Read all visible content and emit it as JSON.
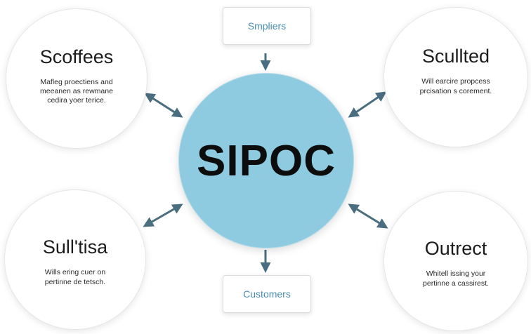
{
  "center": {
    "label": "SIPOC"
  },
  "top_box": {
    "label": "Smpliers"
  },
  "bottom_box": {
    "label": "Customers"
  },
  "nodes": {
    "top_left": {
      "title": "Scoffees",
      "desc": "Mafleg proectiens and\nmeeanen as rewmane\ncedira yoer terice."
    },
    "top_right": {
      "title": "Scullted",
      "desc": "Will earcire propcess\nprcisation s corement."
    },
    "bottom_left": {
      "title": "Sull'tisa",
      "desc": "Wills ering cuer on\npertinne de tetsch."
    },
    "bottom_right": {
      "title": "Outrect",
      "desc": "Whitell issing your\npertinne a cassirest."
    }
  },
  "colors": {
    "center_fill": "#8fcbe0",
    "arrow": "#4a6d80",
    "box_text": "#4a8fb0"
  }
}
